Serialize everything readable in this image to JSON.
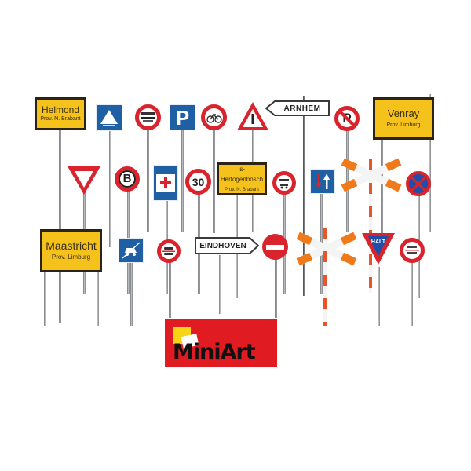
{
  "image": {
    "description": "Product image of model road sign set with MiniArt logo",
    "background": "#ffffff"
  },
  "signs": {
    "helmond": {
      "line1": "Helmond",
      "line2": "Prov. N. Brabant"
    },
    "venray": {
      "line1": "Venray",
      "line2": "Prov. Limburg"
    },
    "hertogenbosch": {
      "line1": "'s-Hertogenbosch",
      "line2": "Prov. N. Brabant"
    },
    "maastricht": {
      "line1": "Maastricht",
      "line2": "Prov. Limburg"
    },
    "arnhem": {
      "label": "ARNHEM",
      "direction": "left"
    },
    "eindhoven": {
      "label": "EINDHOVEN",
      "direction": "right"
    },
    "parking": {
      "label": "P"
    },
    "no_parking": {
      "label": "P"
    },
    "speed_limit": {
      "label": "30"
    },
    "b_sign": {
      "label": "B"
    },
    "halt": {
      "label": "HALT"
    },
    "warning": {
      "label": "!"
    }
  },
  "logo": {
    "brand": "MiniArt",
    "bg_color": "#e11b22",
    "accent_color": "#f6d416"
  },
  "colors": {
    "red": "#d9232d",
    "blue": "#1f5fa3",
    "yellow": "#f5c21b",
    "orange": "#f07a1a"
  }
}
